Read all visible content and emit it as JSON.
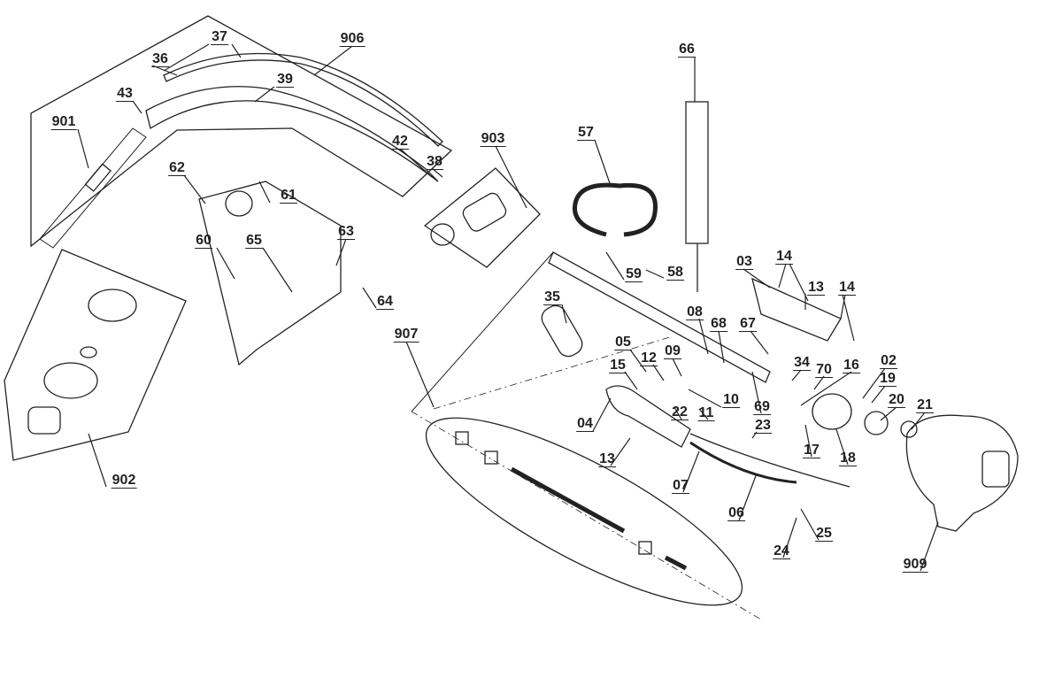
{
  "diagram": {
    "type": "exploded parts diagram",
    "part_labels": [
      "37",
      "906",
      "36",
      "39",
      "43",
      "901",
      "903",
      "42",
      "38",
      "57",
      "66",
      "62",
      "61",
      "60",
      "65",
      "63",
      "64",
      "59",
      "58",
      "03",
      "14",
      "13",
      "14",
      "35",
      "907",
      "08",
      "68",
      "67",
      "05",
      "09",
      "12",
      "15",
      "34",
      "70",
      "16",
      "02",
      "19",
      "10",
      "11",
      "22",
      "69",
      "20",
      "21",
      "04",
      "23",
      "17",
      "18",
      "13",
      "07",
      "902",
      "06",
      "25",
      "24",
      "909"
    ],
    "line_color": "#222222",
    "background": "#ffffff"
  }
}
